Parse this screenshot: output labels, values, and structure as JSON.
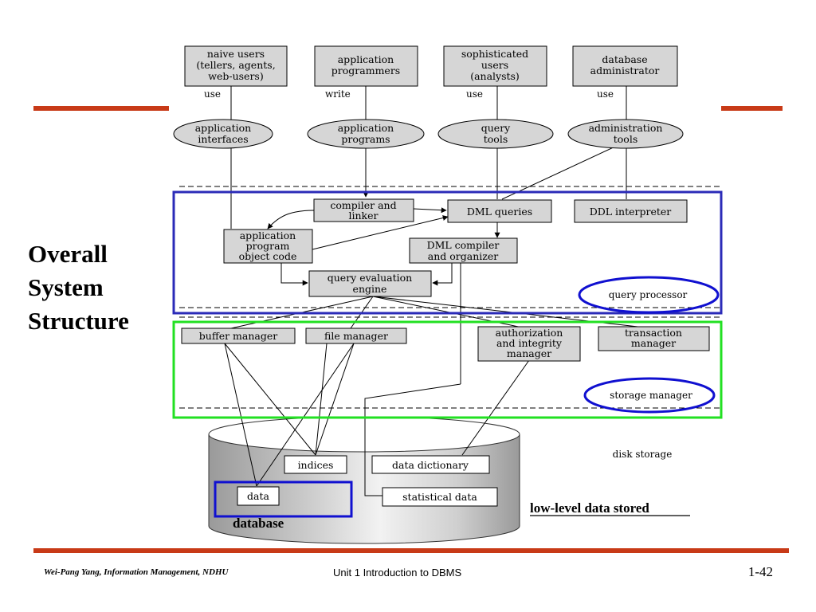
{
  "slide": {
    "title_lines": [
      "Overall",
      "System",
      "Structure"
    ],
    "footer_left": "Wei-Pang Yang, Information Management, NDHU",
    "footer_center": "Unit 1  Introduction to DBMS",
    "page_number": "1-42"
  },
  "users": [
    {
      "lines": [
        "naive users",
        "(tellers, agents,",
        "web-users)"
      ],
      "action": "use"
    },
    {
      "lines": [
        "application",
        "programmers"
      ],
      "action": "write"
    },
    {
      "lines": [
        "sophisticated",
        "users",
        "(analysts)"
      ],
      "action": "use"
    },
    {
      "lines": [
        "database",
        "administrator"
      ],
      "action": "use"
    }
  ],
  "tools": [
    {
      "lines": [
        "application",
        "interfaces"
      ]
    },
    {
      "lines": [
        "application",
        "programs"
      ]
    },
    {
      "lines": [
        "query",
        "tools"
      ]
    },
    {
      "lines": [
        "administration",
        "tools"
      ]
    }
  ],
  "query_processor": {
    "compiler": [
      "compiler and",
      "linker"
    ],
    "dml_queries": "DML queries",
    "ddl_interpreter": "DDL interpreter",
    "app_object_code": [
      "application",
      "program",
      "object code"
    ],
    "dml_compiler": [
      "DML compiler",
      "and organizer"
    ],
    "query_engine": [
      "query evaluation",
      "engine"
    ],
    "label": "query processor"
  },
  "storage_manager": {
    "buffer_manager": "buffer manager",
    "file_manager": "file manager",
    "auth_manager": [
      "authorization",
      "and integrity",
      "manager"
    ],
    "transaction_manager": [
      "transaction",
      "manager"
    ],
    "label": "storage manager"
  },
  "disk": {
    "indices": "indices",
    "data_dictionary": "data dictionary",
    "data": "data",
    "statistical_data": "statistical data",
    "database_label": "database",
    "disk_storage_label": "disk storage",
    "low_level_label": "low-level data stored"
  },
  "colors": {
    "rule": "#c83a17",
    "query_processor_frame": "#2b2bb8",
    "storage_manager_frame": "#22e022",
    "highlight_ellipse": "#1010d0",
    "box_fill": "#d6d6d6"
  }
}
